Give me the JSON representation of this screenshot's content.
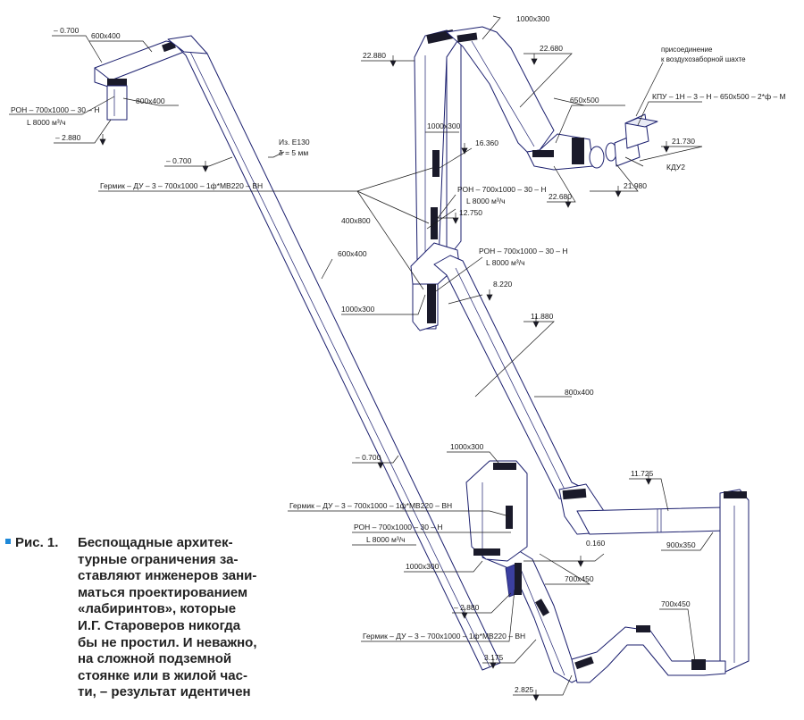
{
  "caption": {
    "prefix": "Рис. 1.",
    "text": "Беспощадные архитектурные ограничения заставляют инженеров заниматься проектированием «лабиринтов», которые И.Г. Староверов никогда бы не простил. И неважно, на сложной подземной стоянке или в жилой части, – результат идентичен",
    "lines": [
      "Беспощадные архитек-",
      "турные ограничения за-",
      "ставляют инженеров зани-",
      "маться проектированием",
      "«лабиринтов», которые",
      "И.Г. Староверов никогда",
      "бы не простил. И неважно,",
      "на сложной подземной",
      "стоянке или в жилой час-",
      "ти, – результат идентичен"
    ],
    "bullet_color": "#1e88d8"
  },
  "labels": {
    "elev_m0700_top": "– 0.700",
    "size_600x400_top": "600x400",
    "size_800x400_left": "800x400",
    "ron_left": "РОН – 700x1000 – 30 – Н",
    "flow_left": "L 8000 м³/ч",
    "elev_m2880_left": "– 2.880",
    "elev_m0700_mid": "– 0.700",
    "insul_name": "Из. Е130",
    "insul_thk": "δ = 5 мм",
    "germik_top": "Гермик – ДУ – 3 – 700x1000 – 1ф*МВ220 – ВН",
    "size_600x400_mid": "600x400",
    "size_1000x300_top": "1000x300",
    "elev_22880": "22.880",
    "elev_22680_top": "22.680",
    "size_1000x300_vert": "1000x300",
    "elev_16360": "16.360",
    "ron_mid1": "РОН – 700x1000 – 30 – Н",
    "flow_mid1": "L 8000 м³/ч",
    "elev_12750": "12.750",
    "size_400x800": "400x800",
    "ron_mid2": "РОН – 700x1000 – 30 – Н",
    "flow_mid2": "L 8000 м³/ч",
    "size_1000x300_mid": "1000x300",
    "elev_8220": "8.220",
    "elev_11880": "11.880",
    "size_800x400_right": "800x400",
    "connection_1": "присоединение",
    "connection_2": "к воздухозаборной шахте",
    "kpu": "КПУ – 1Н – 3 – Н – 650x500 – 2*ф – М",
    "size_650x500": "650x500",
    "elev_21730": "21.730",
    "kdu2": "КДУ2",
    "elev_21980": "21.980",
    "elev_22680_low": "22.680",
    "elev_m0700_low": "– 0.700",
    "size_1000x300_low": "1000x300",
    "germik_mid": "Гермик – ДУ – 3 – 700x1000 – 1ф*МВ220 – ВН",
    "ron_low": "РОН – 700x1000 – 30 – Н",
    "flow_low": "L 8000 м³/ч",
    "size_1000x300_low2": "1000x300",
    "elev_0160": "0.160",
    "size_700x450_a": "700x450",
    "elev_m2880_low": "– 2.880",
    "germik_low": "Гермик – ДУ – 3 – 700x1000 – 1ф*МВ220 – ВН",
    "elev_3175": "3.175",
    "elev_2825": "2.825",
    "elev_11725": "11.725",
    "size_900x350": "900x350",
    "size_700x450_b": "700x450"
  },
  "colors": {
    "duct_stroke": "#1b1f6e",
    "duct_fill": "#ffffff",
    "hatch": "#1a1a2a",
    "valve_blue": "#3b3fa0"
  }
}
